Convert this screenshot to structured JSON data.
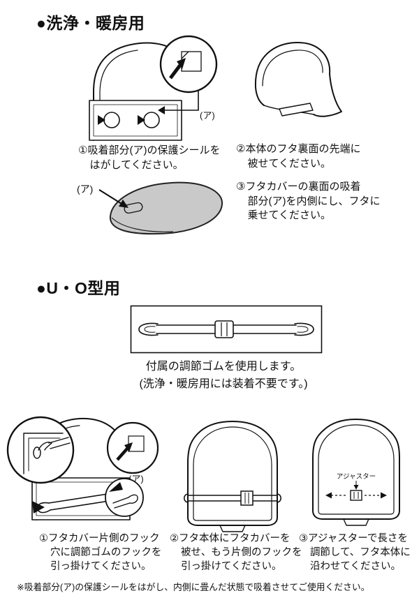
{
  "colors": {
    "lid_fill": "#c9c9c9",
    "line": "#111111"
  },
  "wash_section": {
    "heading": "●洗浄・暖房用",
    "label_a": "(ア)",
    "steps": [
      {
        "text": "①吸着部分(ア)の保護シールを\nはがしてください。"
      },
      {
        "text": "②本体のフタ裏面の先端に\n被せてください。"
      },
      {
        "text": "③フタカバーの裏面の吸着\n部分(ア)を内側にし、フタに\n乗せてください。"
      }
    ]
  },
  "uo_section": {
    "heading": "●U・O型用",
    "strap_caption_line1": "付属の調節ゴムを使用します。",
    "strap_caption_line2": "(洗浄・暖房用には装着不要です。)",
    "adjuster_label": "アジャスター",
    "label_a": "(ア)",
    "steps": [
      {
        "text": "①フタカバー片側のフック\n穴に調節ゴムのフックを\n引っ掛けてください。"
      },
      {
        "text": "②フタ本体にフタカバーを\n被せ、もう片側のフックを\n引っ掛けてください。"
      },
      {
        "text": "③アジャスターで長さを\n調節して、フタ本体に\n沿わせてください。"
      }
    ]
  },
  "footnote": "※吸着部分(ア)の保護シールをはがし、内側に畳んだ状態で吸着させてご使用ください。"
}
